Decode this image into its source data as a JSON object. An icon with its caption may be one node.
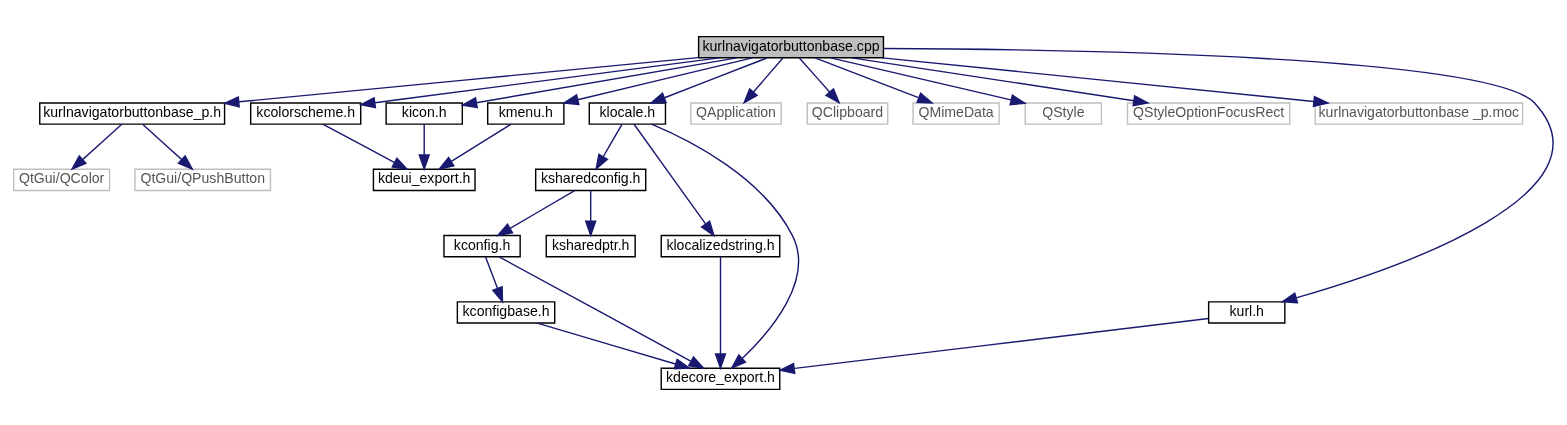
{
  "diagram": {
    "nodes": [
      {
        "text": [
          "kurlnavigatorbuttonbase.cpp"
        ]
      },
      {
        "text": [
          "kurlnavigatorbuttonbase_p.h"
        ]
      },
      {
        "text": [
          "kcolorscheme.h"
        ]
      },
      {
        "text": [
          "kicon.h"
        ]
      },
      {
        "text": [
          "kmenu.h"
        ]
      },
      {
        "text": [
          "klocale.h"
        ]
      },
      {
        "text": [
          "QApplication"
        ]
      },
      {
        "text": [
          "QClipboard"
        ]
      },
      {
        "text": [
          "QMimeData"
        ]
      },
      {
        "text": [
          "QStyle"
        ]
      },
      {
        "text": [
          "QStyleOptionFocusRect"
        ]
      },
      {
        "text": [
          "kurlnavigatorbuttonbase _p.moc"
        ]
      },
      {
        "text": [
          "QtGui/QColor"
        ]
      },
      {
        "text": [
          "QtGui/QPushButton"
        ]
      },
      {
        "text": [
          "kdeui_export.h"
        ]
      },
      {
        "text": [
          "ksharedconfig.h"
        ]
      },
      {
        "text": [
          "klocalizedstring.h"
        ]
      },
      {
        "text": [
          "kconfig.h"
        ]
      },
      {
        "text": [
          "ksharedptr.h"
        ]
      },
      {
        "text": [
          "kconfigbase.h"
        ]
      },
      {
        "text": [
          "kurl.h"
        ]
      },
      {
        "text": [
          "kdecore_export.h"
        ]
      }
    ],
    "edges": [
      {
        "from": 0,
        "to": 1,
        "arrow": "to"
      },
      {
        "from": 0,
        "to": 2,
        "arrow": "to"
      },
      {
        "from": 0,
        "to": 3,
        "arrow": "to"
      },
      {
        "from": 0,
        "to": 4,
        "arrow": "to"
      },
      {
        "from": 0,
        "to": 5,
        "arrow": "to"
      },
      {
        "from": 0,
        "to": 20,
        "arrow": "to"
      },
      {
        "from": 0,
        "to": 6,
        "arrow": "to"
      },
      {
        "from": 0,
        "to": 7,
        "arrow": "to"
      },
      {
        "from": 0,
        "to": 8,
        "arrow": "to"
      },
      {
        "from": 0,
        "to": 9,
        "arrow": "to"
      },
      {
        "from": 0,
        "to": 10,
        "arrow": "to"
      },
      {
        "from": 0,
        "to": 11,
        "arrow": "to"
      },
      {
        "from": 1,
        "to": 12,
        "arrow": "to"
      },
      {
        "from": 1,
        "to": 13,
        "arrow": "to"
      },
      {
        "from": 2,
        "to": 14,
        "arrow": "to"
      },
      {
        "from": 3,
        "to": 14,
        "arrow": "to"
      },
      {
        "from": 4,
        "to": 14,
        "arrow": "to"
      },
      {
        "from": 5,
        "to": 21,
        "arrow": "to"
      },
      {
        "from": 5,
        "to": 16,
        "arrow": "to"
      },
      {
        "from": 5,
        "to": 15,
        "arrow": "to"
      },
      {
        "from": 15,
        "to": 17,
        "arrow": "to"
      },
      {
        "from": 15,
        "to": 18,
        "arrow": "to"
      },
      {
        "from": 16,
        "to": 21,
        "arrow": "to"
      },
      {
        "from": 17,
        "to": 21,
        "arrow": "to"
      },
      {
        "from": 17,
        "to": 19,
        "arrow": "to"
      },
      {
        "from": 19,
        "to": 21,
        "arrow": "to"
      },
      {
        "from": 20,
        "to": 21,
        "arrow": "to"
      }
    ]
  }
}
